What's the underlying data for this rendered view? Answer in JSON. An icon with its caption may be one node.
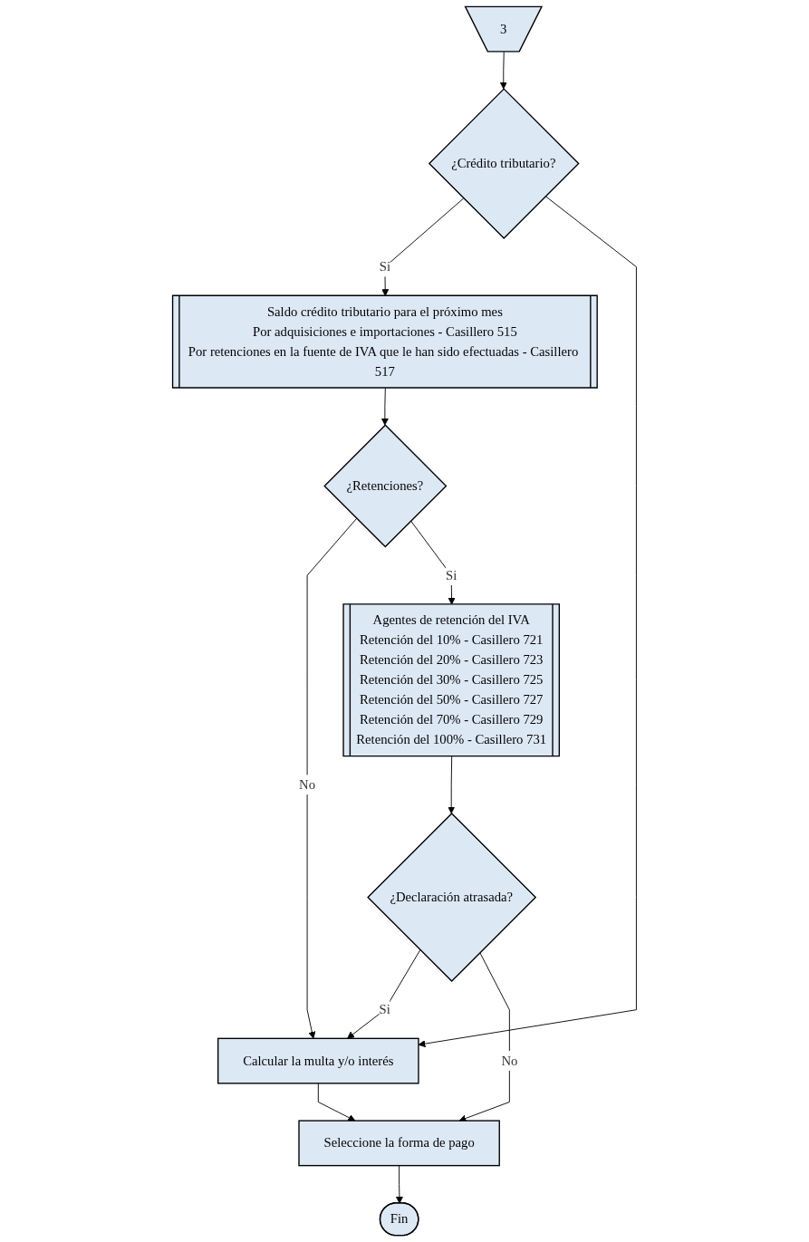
{
  "diagram": {
    "nodes": [
      {
        "text": [
          "3"
        ]
      },
      {
        "text": [
          "¿Crédito tributario?"
        ]
      },
      {
        "text": [
          "Saldo crédito tributario para el próximo mes",
          "Por adquisiciones e importaciones - Casillero 515",
          "Por retenciones en la fuente de IVA que le han sido efectuadas - Casillero 517"
        ]
      },
      {
        "text": [
          "¿Retenciones?"
        ]
      },
      {
        "text": [
          "Agentes de retención del IVA",
          "Retención del 10% - Casillero 721",
          "Retención del 20% - Casillero 723",
          "Retención del 30% - Casillero 725",
          "Retención del 50% - Casillero 727",
          "Retención del 70% - Casillero 729",
          "Retención del 100% - Casillero 731"
        ]
      },
      {
        "text": [
          "¿Declaración atrasada?"
        ]
      },
      {
        "text": [
          "Calcular la multa y/o interés"
        ]
      },
      {
        "text": [
          "Seleccione la forma de pago"
        ]
      },
      {
        "text": [
          "Fin"
        ]
      }
    ],
    "edges": [
      {
        "from": 0,
        "to": 1,
        "arrow": "to"
      },
      {
        "from": 1,
        "to": 2,
        "label": "Si",
        "arrow": "to"
      },
      {
        "from": 2,
        "to": 3,
        "arrow": "to"
      },
      {
        "from": 1,
        "to": 6,
        "arrow": "to"
      },
      {
        "from": 3,
        "to": 6,
        "label": "No",
        "arrow": "to"
      },
      {
        "from": 3,
        "to": 4,
        "label": "Si",
        "arrow": "to"
      },
      {
        "from": 4,
        "to": 5,
        "arrow": "to"
      },
      {
        "from": 5,
        "to": 6,
        "label": "Si",
        "arrow": "to"
      },
      {
        "from": 5,
        "to": 7,
        "label": "No",
        "arrow": "to"
      },
      {
        "from": 6,
        "to": 7,
        "arrow": "to"
      },
      {
        "from": 7,
        "to": 8,
        "arrow": "to"
      }
    ]
  }
}
